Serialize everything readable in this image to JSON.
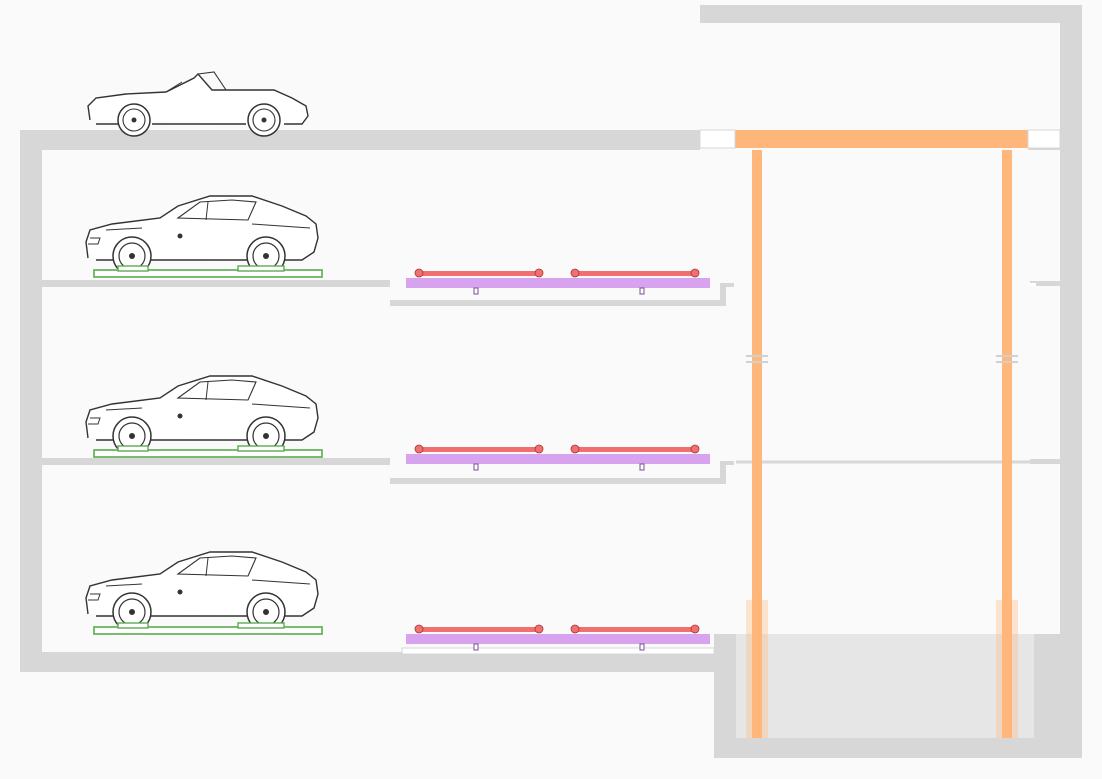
{
  "diagram": {
    "type": "parking-lift-cross-section",
    "levels": [
      {
        "id": "ground",
        "vehicle": "convertible-car-icon",
        "car_platform": false,
        "shuttle": false
      },
      {
        "id": "level-1",
        "vehicle": "coupe-car-icon",
        "car_platform": true,
        "shuttle": true
      },
      {
        "id": "level-2",
        "vehicle": "coupe-car-icon",
        "car_platform": true,
        "shuttle": true
      },
      {
        "id": "level-3",
        "vehicle": "coupe-car-icon",
        "car_platform": true,
        "shuttle": true
      }
    ],
    "colors": {
      "background": "#fafafa",
      "structure": "#d7d7d7",
      "pit_fill": "#e6e6e6",
      "lift": "#ffb67b",
      "shuttle_rail": "#f07070",
      "shuttle_base": "#d7a3ef",
      "platform": "#5aab4f",
      "car_outline": "#333333"
    }
  }
}
